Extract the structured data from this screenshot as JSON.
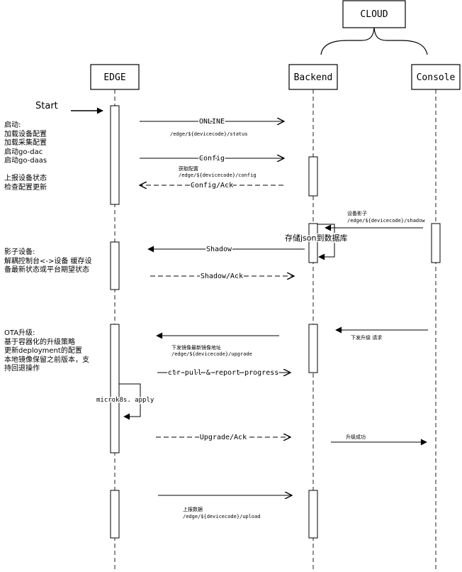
{
  "participants": {
    "cloud": "CLOUD",
    "edge": "EDGE",
    "backend": "Backend",
    "console": "Console"
  },
  "start_label": "Start",
  "notes": {
    "startup": [
      "启动:",
      "加载设备配置",
      "加载采集配置",
      "启动go-dac",
      "启动go-daas",
      "",
      "上报设备状态",
      "检查配置更新"
    ],
    "shadow": [
      "影子设备:",
      "解耦控制台<->设备 缓存设",
      "备最新状态或平台期望状态"
    ],
    "ota": [
      "OTA升级:",
      "基于容器化的升级策略",
      "更新deployment的配置",
      "本地镜像保留之前版本，支",
      "持回退操作"
    ]
  },
  "messages": {
    "online": "ONLINE",
    "online_topic": "/edge/${devicecode}/status",
    "config": "Config",
    "config_desc": "获取配置",
    "config_topic": "/edge/${devicecode}/config",
    "config_ack": "Config/Ack",
    "console_shadow_desc": "设备影子",
    "console_shadow_topic": "/edge/${devicecode}/shadow",
    "store_db": "存储json到数据库",
    "shadow": "Shadow",
    "shadow_ack": "Shadow/Ack",
    "upgrade_request": "下发升级 请求",
    "upgrade_push_desc": "下发镜像最新镜像地址",
    "upgrade_topic": "/edge/${devicecode}/upgrade",
    "ctr_pull": "ctr pull & report progress",
    "microk8s_apply": "microk8s. apply",
    "upgrade_ack": "Upgrade/Ack",
    "upgrade_success": "升级成功",
    "upload_desc": "上报数据",
    "upload_topic": "/edge/${devicecode}/upload"
  },
  "colors": {
    "line": "#000000",
    "lifeline": "#222222"
  }
}
